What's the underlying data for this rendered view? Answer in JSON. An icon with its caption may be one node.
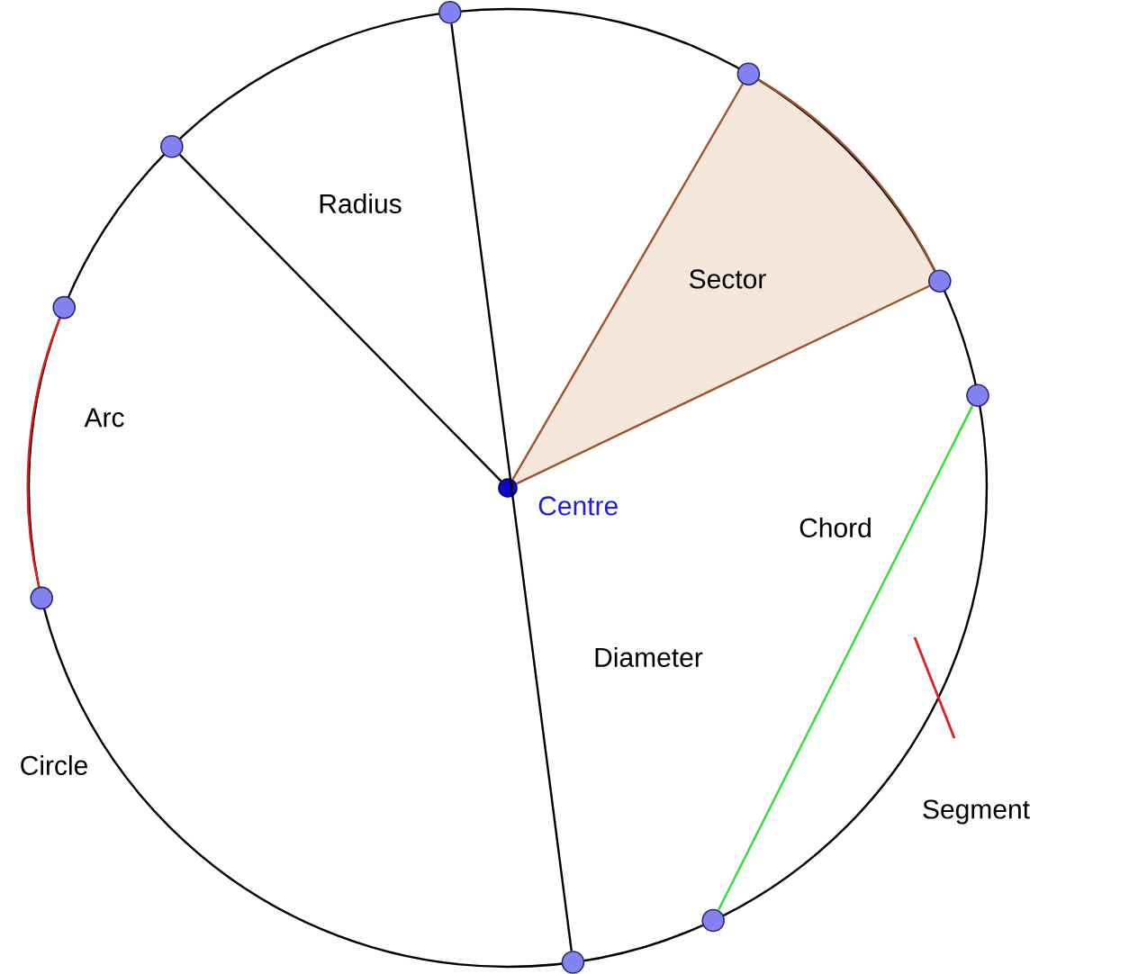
{
  "diagram": {
    "nodes": [
      {
        "text": [],
        "shape": "circle"
      },
      {
        "text": [],
        "shape": "circle"
      },
      {
        "text": [],
        "shape": "circle"
      },
      {
        "text": [],
        "shape": "circle"
      },
      {
        "text": [],
        "shape": "circle"
      },
      {
        "text": [],
        "shape": "circle"
      },
      {
        "text": [],
        "shape": "circle",
        "beside": [
          "Centre"
        ]
      },
      {
        "text": [],
        "shape": "circle"
      },
      {
        "text": [],
        "shape": "circle"
      },
      {
        "text": [],
        "shape": "circle"
      }
    ],
    "edges": [
      {
        "from": 6,
        "to": 2,
        "arrow": "none",
        "color": "#000000"
      },
      {
        "from": 0,
        "to": 9,
        "arrow": "none",
        "color": "#000000"
      },
      {
        "from": 6,
        "to": 1,
        "arrow": "none",
        "color": "#a0522d"
      },
      {
        "from": 6,
        "to": 3,
        "arrow": "none",
        "color": "#a0522d"
      },
      {
        "from": 1,
        "to": 3,
        "arrow": "none",
        "color": "#a0522d"
      },
      {
        "from": 4,
        "to": 7,
        "arrow": "none",
        "color": "#e02020"
      },
      {
        "from": 5,
        "to": 8,
        "arrow": "none",
        "color": "#33dd33"
      }
    ],
    "labels": [
      "Radius",
      "Sector",
      "Arc",
      "Chord",
      "Diameter",
      "Circle",
      "Segment"
    ]
  }
}
